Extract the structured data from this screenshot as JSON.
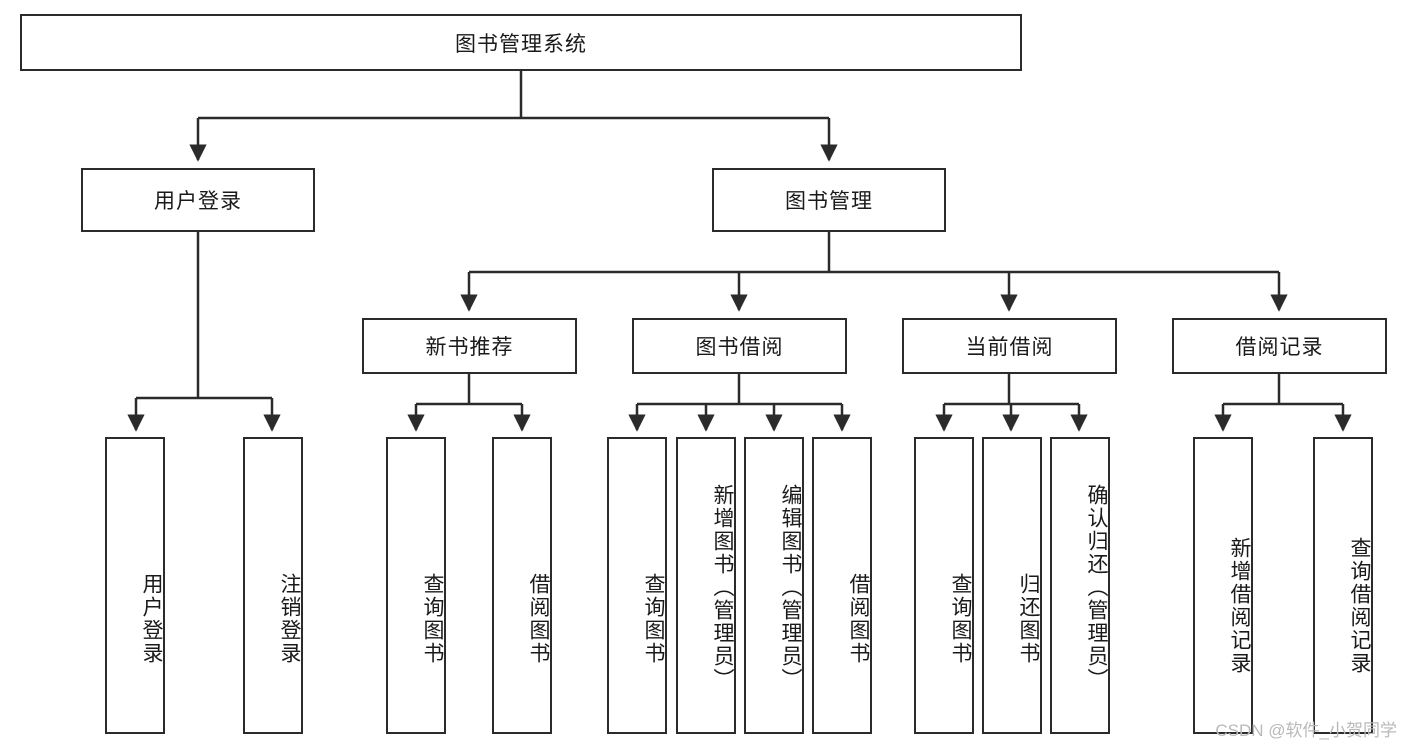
{
  "diagram": {
    "type": "tree",
    "title": "图书管理系统",
    "root": {
      "label": "图书管理系统"
    },
    "level2": [
      {
        "label": "用户登录"
      },
      {
        "label": "图书管理"
      }
    ],
    "level3": [
      {
        "label": "新书推荐"
      },
      {
        "label": "图书借阅"
      },
      {
        "label": "当前借阅"
      },
      {
        "label": "借阅记录"
      }
    ],
    "leaves": {
      "user_login": [
        {
          "label": "用户登录"
        },
        {
          "label": "注销登录"
        }
      ],
      "new_book_recommend": [
        {
          "label": "查询图书"
        },
        {
          "label": "借阅图书"
        }
      ],
      "book_borrow": [
        {
          "label": "查询图书"
        },
        {
          "label": "新增图书（管理员）"
        },
        {
          "label": "编辑图书（管理员）"
        },
        {
          "label": "借阅图书"
        }
      ],
      "current_borrow": [
        {
          "label": "查询图书"
        },
        {
          "label": "归还图书"
        },
        {
          "label": "确认归还（管理员）"
        }
      ],
      "borrow_records": [
        {
          "label": "新增借阅记录"
        },
        {
          "label": "查询借阅记录"
        }
      ]
    }
  },
  "watermark": {
    "text": "CSDN @软件_小贺同学"
  },
  "colors": {
    "stroke": "#2b2b2b",
    "background": "#ffffff",
    "text": "#1a1a1a",
    "watermark": "#b9b9b9"
  }
}
